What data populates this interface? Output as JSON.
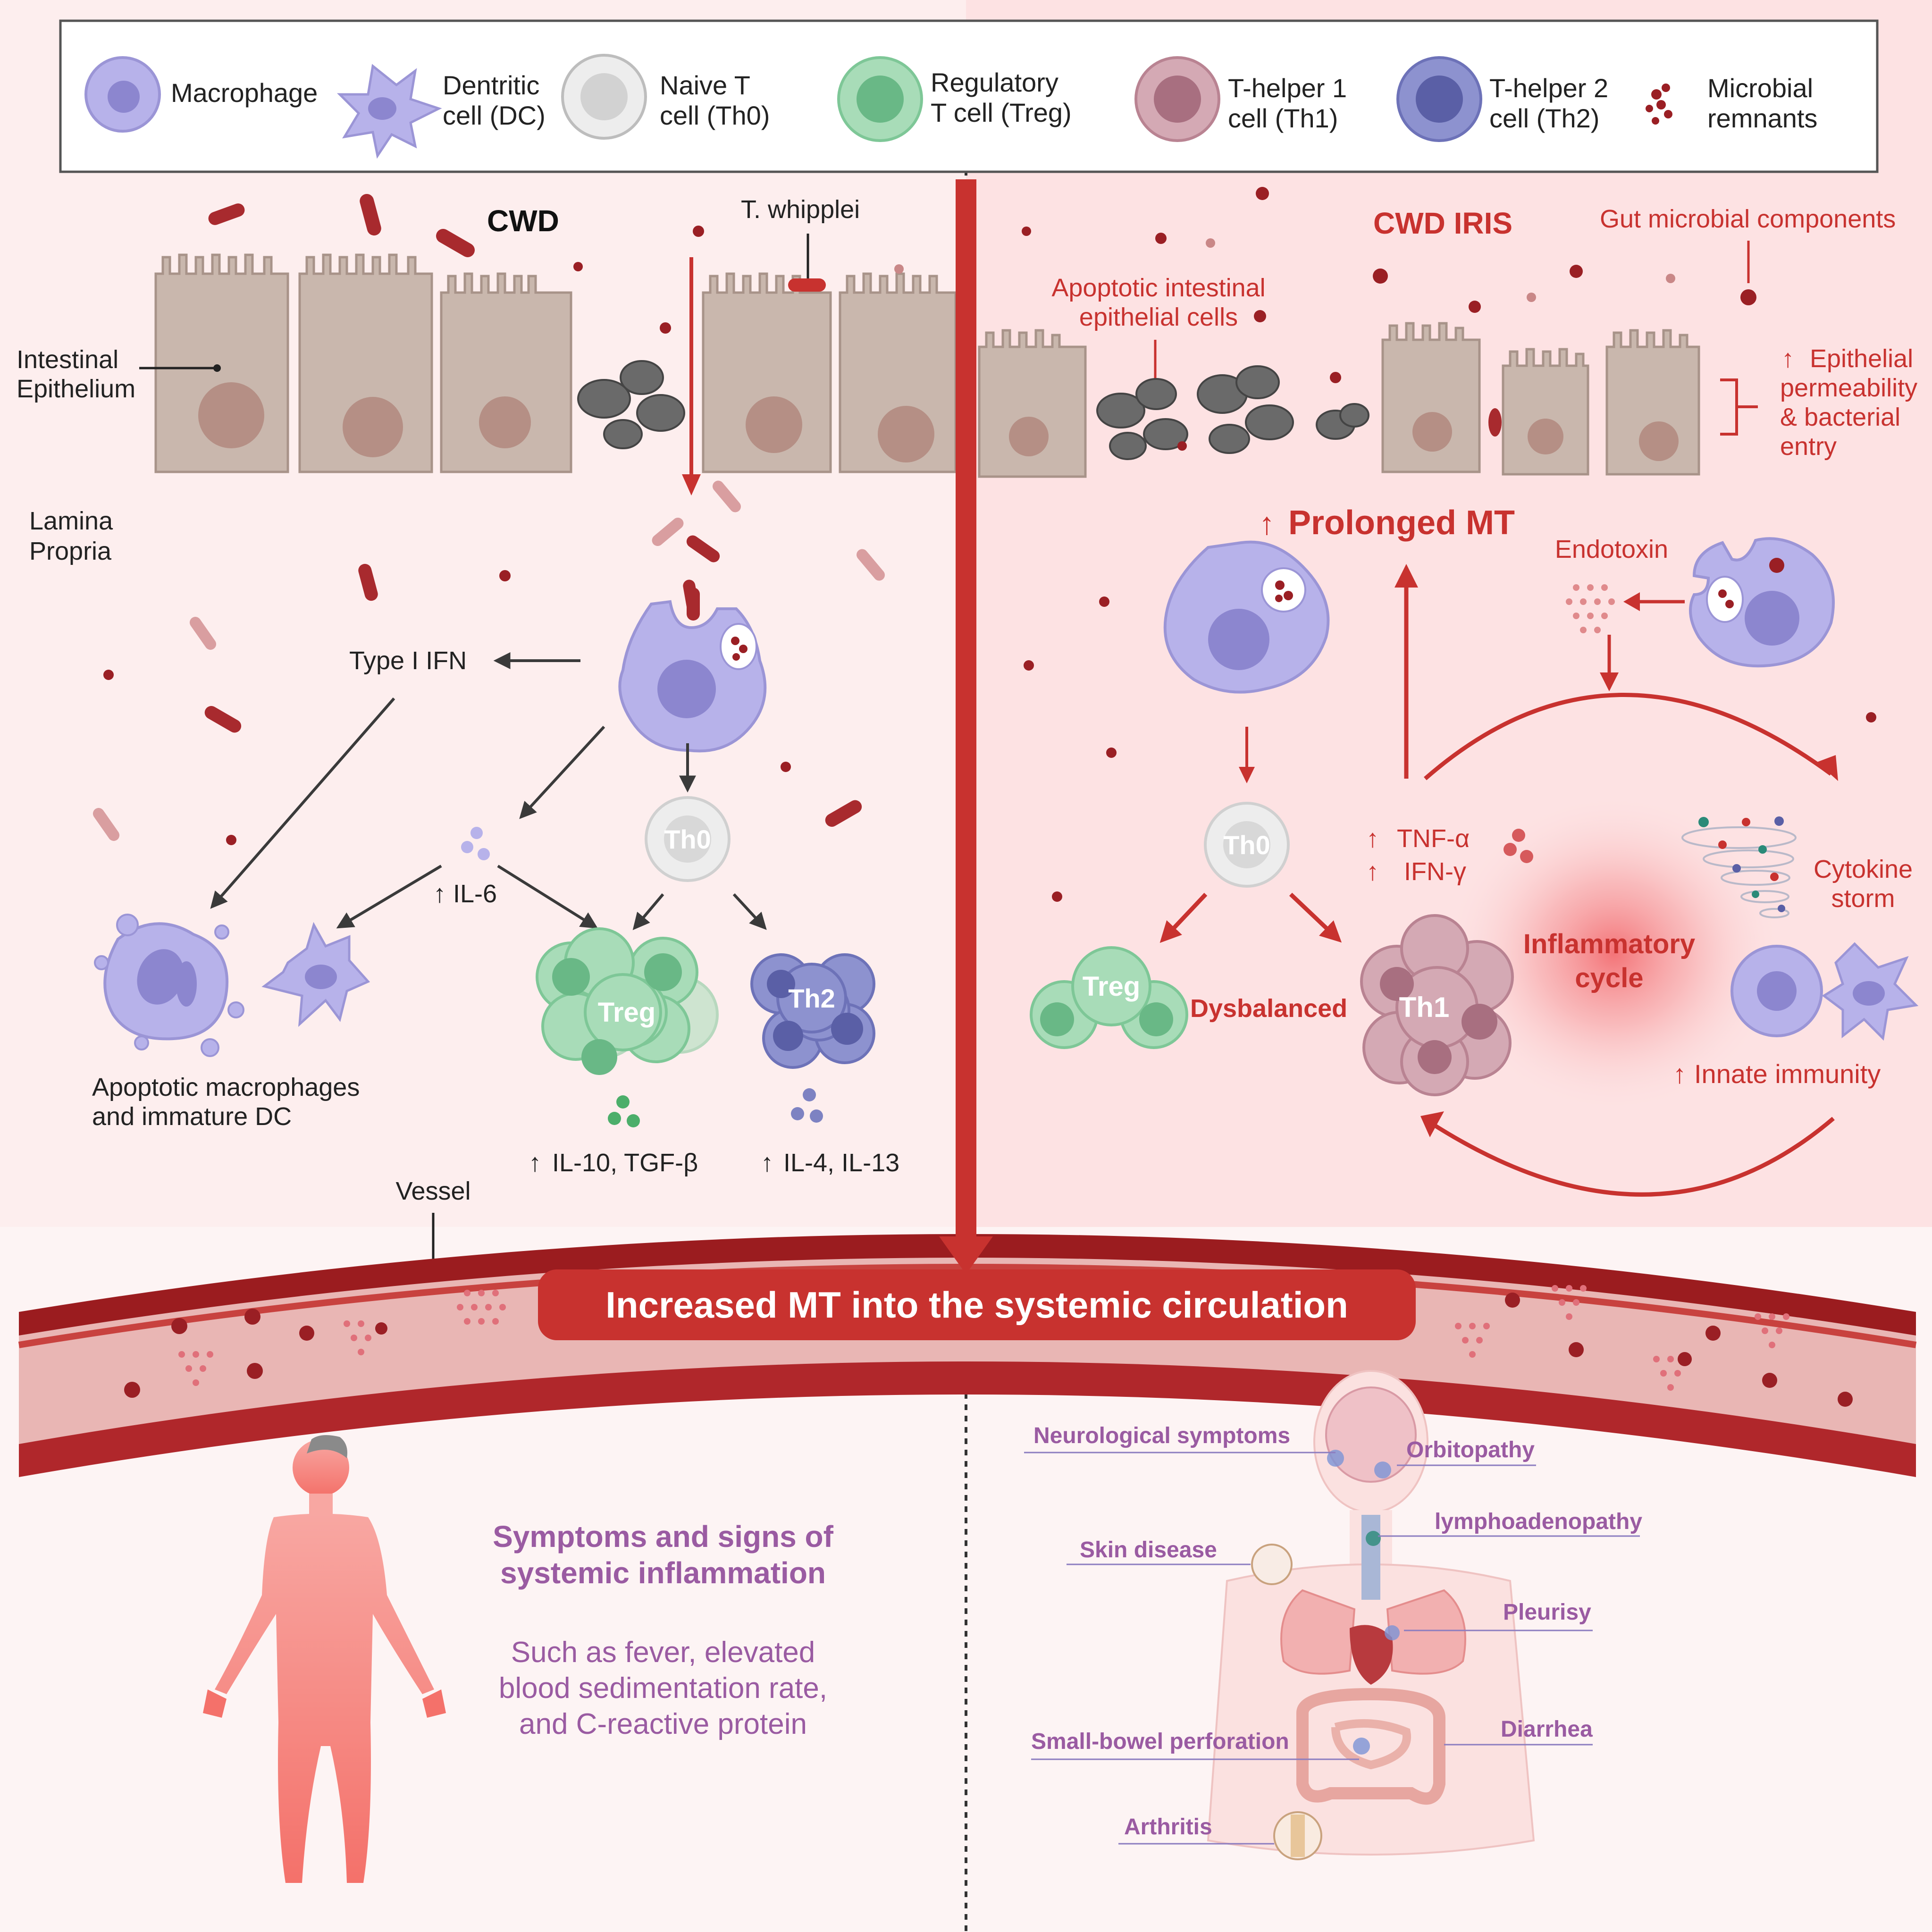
{
  "legend": {
    "items": [
      {
        "label1": "Macrophage",
        "label2": ""
      },
      {
        "label1": "Dentritic",
        "label2": "cell (DC)"
      },
      {
        "label1": "Naive T",
        "label2": "cell (Th0)"
      },
      {
        "label1": "Regulatory",
        "label2": "T cell (Treg)"
      },
      {
        "label1": "T-helper 1",
        "label2": "cell (Th1)"
      },
      {
        "label1": "T-helper 2",
        "label2": "cell (Th2)"
      },
      {
        "label1": "Microbial",
        "label2": "remnants"
      }
    ]
  },
  "left": {
    "title": "CWD",
    "t_whipplei": "T. whipplei",
    "intestinal_epithelium_1": "Intestinal",
    "intestinal_epithelium_2": "Epithelium",
    "lamina_propria_1": "Lamina",
    "lamina_propria_2": "Propria",
    "type1_ifn": "Type I IFN",
    "il6": "IL-6",
    "th0": "Th0",
    "treg": "Treg",
    "th2": "Th2",
    "apoptotic_1": "Apoptotic macrophages",
    "apoptotic_2": "and immature DC",
    "il10": "IL-10, TGF-β",
    "il4": "IL-4, IL-13",
    "vessel": "Vessel"
  },
  "right": {
    "title": "CWD IRIS",
    "gut_microbial": "Gut microbial components",
    "apoptotic_epi_1": "Apoptotic intestinal",
    "apoptotic_epi_2": "epithelial cells",
    "permeability_1": "Epithelial",
    "permeability_2": "permeability",
    "permeability_3": "& bacterial",
    "permeability_4": "entry",
    "prolonged_mt": "Prolonged MT",
    "endotoxin": "Endotoxin",
    "th0": "Th0",
    "tnf": "TNF-α",
    "ifn": "IFN-γ",
    "treg": "Treg",
    "dysbalanced": "Dysbalanced",
    "th1": "Th1",
    "inflammatory_1": "Inflammatory",
    "inflammatory_2": "cycle",
    "cytokine_1": "Cytokine",
    "cytokine_2": "storm",
    "innate_immunity": "Innate  immunity"
  },
  "banner": "Increased MT into the systemic circulation",
  "bottom_left": {
    "heading_1": "Symptoms and signs of",
    "heading_2": "systemic inflammation",
    "body_1": "Such as fever, elevated",
    "body_2": "blood sedimentation rate,",
    "body_3": "and C-reactive protein"
  },
  "bottom_right": {
    "neurological": "Neurological symptoms",
    "orbitopathy": "Orbitopathy",
    "lymphoadenopathy": "lymphoadenopathy",
    "skin": "Skin disease",
    "pleurisy": "Pleurisy",
    "small_bowel": "Small-bowel perforation",
    "diarrhea": "Diarrhea",
    "arthritis": "Arthritis"
  },
  "colors": {
    "red": "#c8322f",
    "dark_red": "#8e1a1a",
    "purple_text": "#9a5ba2",
    "macrophage": "#b7b2ea",
    "treg": "#7ec797",
    "th1": "#b98392",
    "th2": "#6d72b8",
    "th0": "#e2e2e2",
    "epithelium": "#c9b7ad"
  }
}
